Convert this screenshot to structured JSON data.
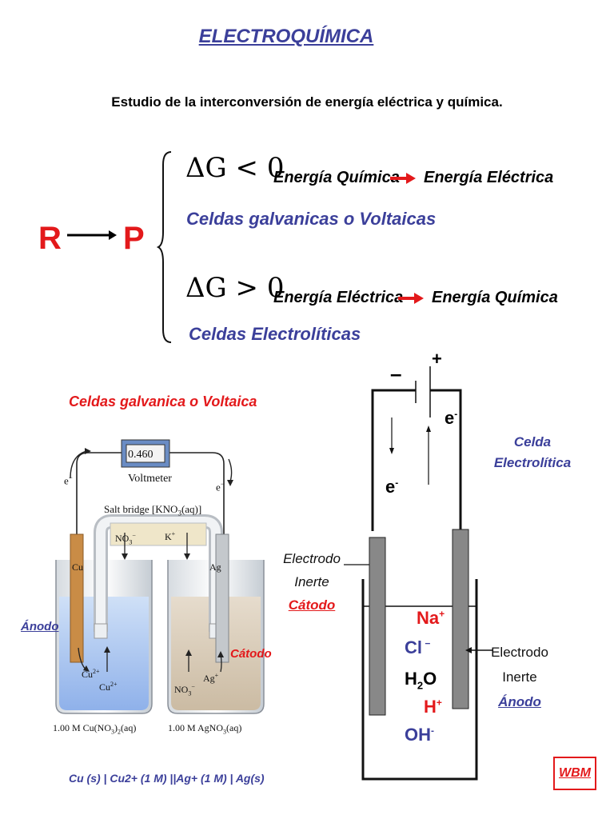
{
  "title": "ELECTROQUÍMICA",
  "subtitle": "Estudio de la interconversión de energía eléctrica y química.",
  "reaction": {
    "reactant": "R",
    "product": "P"
  },
  "upper": {
    "inequality": "ΔG < 0",
    "energy_from": "Energía Química",
    "energy_to": "Energía Eléctrica",
    "cell_type": "Celdas galvanicas o Voltaicas"
  },
  "lower": {
    "inequality": "ΔG > 0",
    "energy_from": "Energía Eléctrica",
    "energy_to": "Energía Química",
    "cell_type": "Celdas Electrolíticas"
  },
  "galvanic": {
    "heading": "Celdas galvanica o Voltaica",
    "voltmeter_reading": "0.460",
    "voltmeter_label": "Voltmeter",
    "salt_bridge": "Salt bridge [KNO",
    "salt_bridge_sub": "3",
    "salt_bridge_end": "(aq)]",
    "electron_left": "e",
    "electron_right": "e",
    "no3_top": "NO",
    "k_top": "K",
    "cu_label": "Cu",
    "ag_label": "Ag",
    "cu_ion_a": "Cu",
    "cu_ion_b": "Cu",
    "ag_ion": "Ag",
    "no3_bottom": "NO",
    "anode": "Ánodo",
    "cathode": "Cátodo",
    "left_solution": "1.00 M Cu(NO",
    "left_solution_sub": "3",
    "left_solution_end": ")",
    "left_solution_sub2": "2",
    "left_solution_tail": "(aq)",
    "right_solution": "1.00 M AgNO",
    "right_solution_sub": "3",
    "right_solution_end": "(aq)",
    "notation": "Cu (s) | Cu2+ (1 M) ||Ag+ (1 M) | Ag(s)"
  },
  "electrolytic": {
    "minus": "–",
    "plus": "+",
    "electron_a": "e",
    "electron_b": "e",
    "heading_line1": "Celda",
    "heading_line2": "Electrolítica",
    "left_electrode_line1": "Electrodo",
    "left_electrode_line2": "Inerte",
    "left_role": "Cátodo",
    "right_electrode_line1": "Electrodo",
    "right_electrode_line2": "Inerte",
    "right_role": "Ánodo",
    "ions": {
      "na": "Na",
      "cl": "Cl",
      "h2o": "H",
      "h2o_sub": "2",
      "h2o_end": "O",
      "h": "H",
      "oh": "OH"
    }
  },
  "badge": "WBM"
}
